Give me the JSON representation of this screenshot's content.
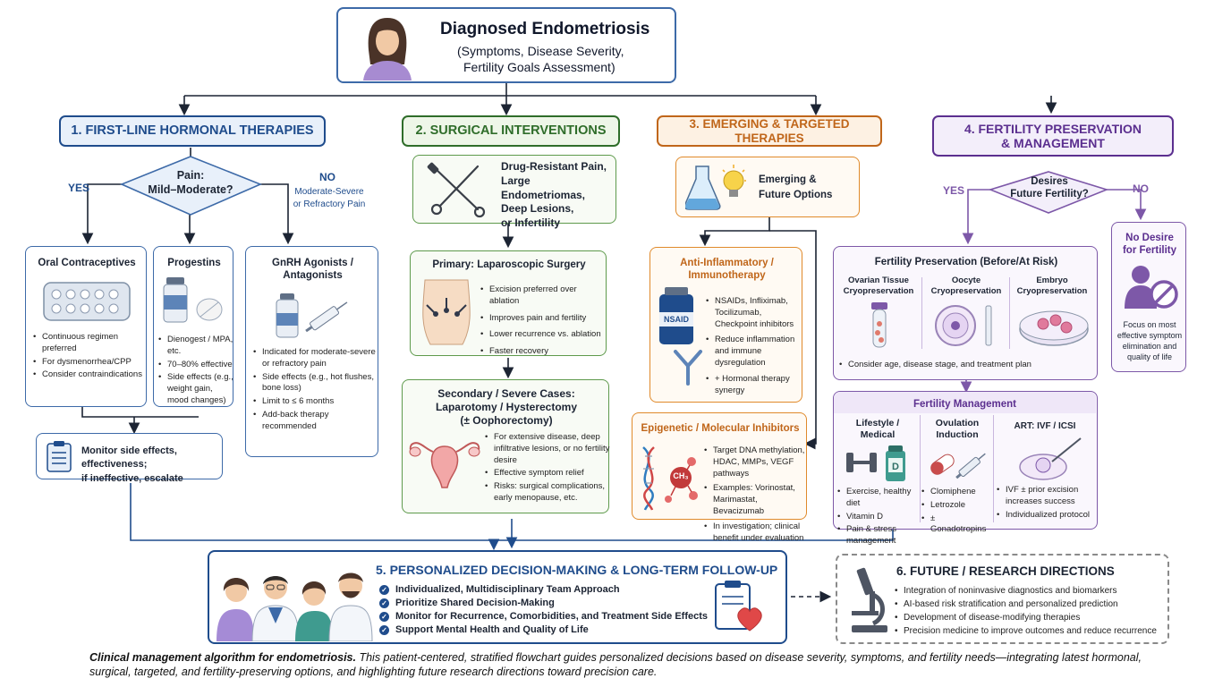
{
  "top": {
    "title": "Diagnosed Endometriosis",
    "subtitle_1": "(Symptoms, Disease Severity,",
    "subtitle_2": "Fertility Goals Assessment)"
  },
  "col1": {
    "header": "1. FIRST-LINE HORMONAL THERAPIES",
    "decision_1": "Pain:",
    "decision_2": "Mild–Moderate?",
    "yes": "YES",
    "no": "NO",
    "no_detail_1": "Moderate-Severe",
    "no_detail_2": "or Refractory Pain",
    "oc": {
      "title": "Oral Contraceptives",
      "items": [
        "Continuous regimen preferred",
        "For dysmenorrhea/CPP",
        "Consider contraindications"
      ]
    },
    "prog": {
      "title": "Progestins",
      "items": [
        "Dienogest / MPA, etc.",
        "70–80% effective",
        "Side effects (e.g., weight gain, mood changes)"
      ]
    },
    "gnrh": {
      "title_1": "GnRH Agonists /",
      "title_2": "Antagonists",
      "items": [
        "Indicated for moderate-severe or refractory pain",
        "Side effects (e.g., hot flushes, bone loss)",
        "Limit to ≤ 6 months",
        "Add-back therapy recommended"
      ]
    },
    "monitor_1": "Monitor side effects, effectiveness;",
    "monitor_2": "if ineffective, escalate"
  },
  "col2": {
    "header": "2. SURGICAL INTERVENTIONS",
    "indication": [
      "Drug-Resistant Pain,",
      "Large Endometriomas,",
      "Deep Lesions,",
      "or Infertility"
    ],
    "primary": {
      "title": "Primary: Laparoscopic Surgery",
      "items": [
        "Excision preferred over ablation",
        "Improves pain and fertility",
        "Lower recurrence vs. ablation",
        "Faster recovery"
      ]
    },
    "secondary": {
      "title_1": "Secondary / Severe Cases:",
      "title_2": "Laparotomy / Hysterectomy",
      "title_3": "(± Oophorectomy)",
      "items": [
        "For extensive disease, deep infiltrative lesions, or no fertility desire",
        "Effective symptom relief",
        "Risks: surgical complications, early menopause, etc."
      ]
    }
  },
  "col3": {
    "header": "3. EMERGING & TARGETED THERAPIES",
    "emerging_1": "Emerging &",
    "emerging_2": "Future Options",
    "anti": {
      "title_1": "Anti-Inflammatory /",
      "title_2": "Immunotherapy",
      "vial_label": "NSAID",
      "items": [
        "NSAIDs, Infliximab, Tocilizumab, Checkpoint inhibitors",
        "Reduce inflammation and immune dysregulation",
        "+ Hormonal therapy synergy"
      ]
    },
    "epi": {
      "title": "Epigenetic / Molecular Inhibitors",
      "molecule_label": "CH₃",
      "items": [
        "Target DNA methylation, HDAC, MMPs, VEGF pathways",
        "Examples: Vorinostat, Marimastat, Bevacizumab",
        "In investigation; clinical benefit under evaluation"
      ]
    }
  },
  "col4": {
    "header_1": "4. FERTILITY PRESERVATION",
    "header_2": "& MANAGEMENT",
    "decision_1": "Desires",
    "decision_2": "Future Fertility?",
    "yes": "YES",
    "no": "NO",
    "no_desire": {
      "title_1": "No Desire",
      "title_2": "for Fertility",
      "text": "Focus on most effective symptom elimination and quality of life"
    },
    "preservation": {
      "title": "Fertility Preservation (Before/At Risk)",
      "options": [
        {
          "l1": "Ovarian Tissue",
          "l2": "Cryopreservation"
        },
        {
          "l1": "Oocyte",
          "l2": "Cryopreservation"
        },
        {
          "l1": "Embryo",
          "l2": "Cryopreservation"
        }
      ],
      "note": "Consider age, disease stage, and treatment plan"
    },
    "management": {
      "title": "Fertility Management",
      "lifestyle": {
        "l1": "Lifestyle /",
        "l2": "Medical",
        "items": [
          "Exercise, healthy diet",
          "Vitamin D",
          "Pain & stress management"
        ]
      },
      "ovulation": {
        "l1": "Ovulation",
        "l2": "Induction",
        "items": [
          "Clomiphene",
          "Letrozole",
          "± Gonadotropins"
        ]
      },
      "art": {
        "l1": "ART: IVF / ICSI",
        "items": [
          "IVF ± prior excision increases success",
          "Individualized protocol"
        ]
      }
    }
  },
  "followup": {
    "title": "5. PERSONALIZED DECISION-MAKING & LONG-TERM FOLLOW-UP",
    "items": [
      "Individualized, Multidisciplinary Team Approach",
      "Prioritize Shared Decision-Making",
      "Monitor for Recurrence, Comorbidities, and Treatment Side Effects",
      "Support Mental Health and Quality of Life"
    ]
  },
  "research": {
    "title": "6. FUTURE / RESEARCH DIRECTIONS",
    "items": [
      "Integration of noninvasive diagnostics and biomarkers",
      "AI-based risk stratification and personalized prediction",
      "Development of disease-modifying therapies",
      "Precision medicine to improve outcomes and reduce recurrence"
    ]
  },
  "caption": {
    "lead": "Clinical management algorithm for endometriosis.",
    "body": " This patient-centered, stratified flowchart guides personalized decisions based on disease severity, symptoms, and fertility needs—integrating latest hormonal, surgical, targeted, and fertility-preserving options, and highlighting future research directions toward precision care."
  },
  "colors": {
    "blue": "#3d6aa8",
    "green": "#5e9a4c",
    "orange": "#e08a2b",
    "purple": "#7d58a8",
    "navy": "#1f4c8c"
  }
}
